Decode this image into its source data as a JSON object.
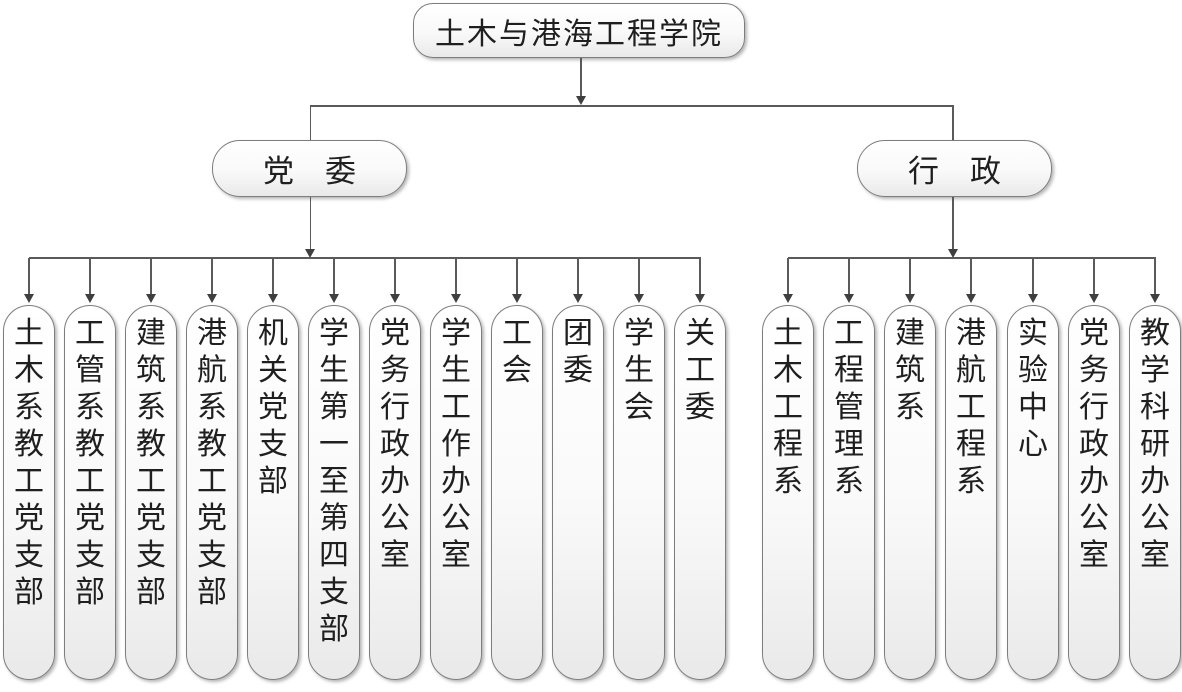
{
  "root": {
    "label": "土木与港海工程学院"
  },
  "branches": [
    {
      "label": "党　委",
      "children": [
        "土木系教工党支部",
        "工管系教工党支部",
        "建筑系教工党支部",
        "港航系教工党支部",
        "机关党支部",
        "学生第一至第四支部",
        "党务行政办公室",
        "学生工作办公室",
        "工会",
        "团委",
        "学生会",
        "关工委"
      ]
    },
    {
      "label": "行　政",
      "children": [
        "土木工程系",
        "工程管理系",
        "建筑系",
        "港航工程系",
        "实验中心",
        "党务行政办公室",
        "教学科研办公室"
      ]
    }
  ],
  "colors": {
    "background": "#ffffff",
    "node_border": "#7d7d7d",
    "node_fill_top": "#ffffff",
    "node_fill_bottom": "#e9e9e9",
    "connector_line": "#5a5a5a",
    "arrowhead": "#3f3f3f",
    "text": "#1f1f1f"
  }
}
